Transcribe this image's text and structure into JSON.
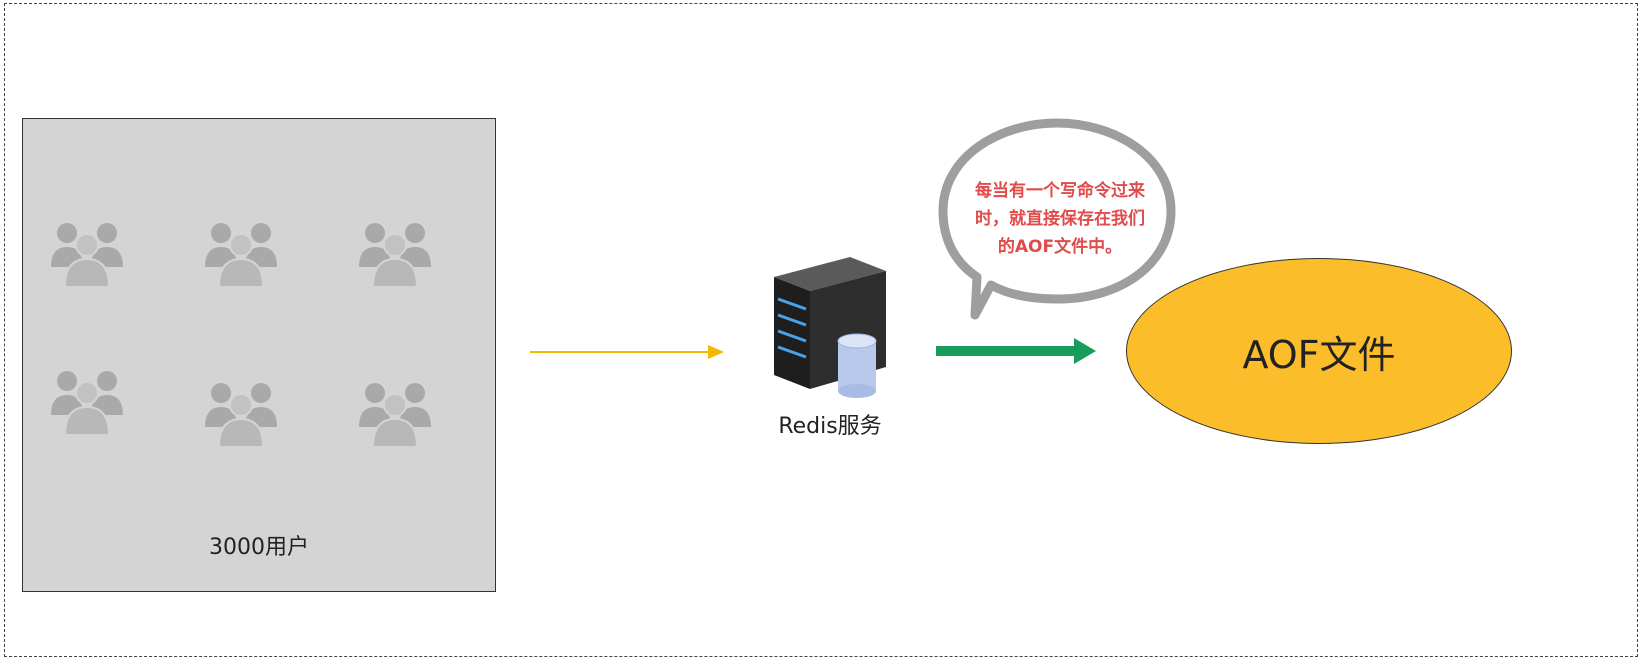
{
  "users": {
    "label": "3000用户",
    "group_icon": "user-group-icon"
  },
  "server": {
    "label": "Redis服务",
    "icon": "server-database-icon"
  },
  "speech": {
    "text": "每当有一个写命令过来时，就直接保存在我们的AOF文件中。"
  },
  "aof": {
    "label": "AOF文件"
  },
  "colors": {
    "users_box": "#d4d4d4",
    "flow_arrow": "#f5b800",
    "write_arrow": "#179c5c",
    "aof_fill": "#fbbd2a",
    "speech_text": "#e04b4b",
    "bubble_outline": "#9e9e9e"
  }
}
